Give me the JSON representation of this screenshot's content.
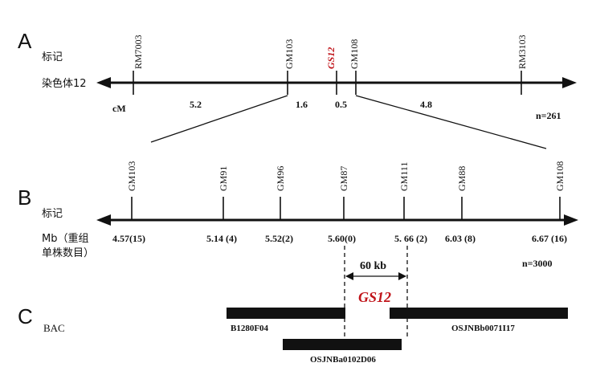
{
  "panels": {
    "a": "A",
    "b": "B",
    "c": "C"
  },
  "panel_a": {
    "row_marker": "标记",
    "row_chromosome": "染色体12",
    "unit": "cM",
    "markers": [
      "RM7003",
      "GM103",
      "GS12",
      "GM108",
      "RM3103"
    ],
    "intervals": [
      "5.2",
      "1.6",
      "0.5",
      "4.8"
    ],
    "n": "n=261"
  },
  "panel_b": {
    "row_marker": "标记",
    "row_mb_1": "Mb（重组",
    "row_mb_2": "单株数目）",
    "markers": [
      "GM103",
      "GM91",
      "GM96",
      "GM87",
      "GM111",
      "GM88",
      "GM108"
    ],
    "positions": [
      "4.57(15)",
      "5.14 (4)",
      "5.52(2)",
      "5.60(0)",
      "5. 66 (2)",
      "6.03 (8)",
      "6.67 (16)"
    ],
    "n": "n=3000",
    "interval": "60 kb",
    "gene": "GS12"
  },
  "panel_c": {
    "row_label": "BAC",
    "clones": [
      "B1280F04",
      "OSJNBb0071I17",
      "OSJNBa0102D06"
    ]
  },
  "colors": {
    "line": "#111111",
    "gene": "#c0141a"
  }
}
